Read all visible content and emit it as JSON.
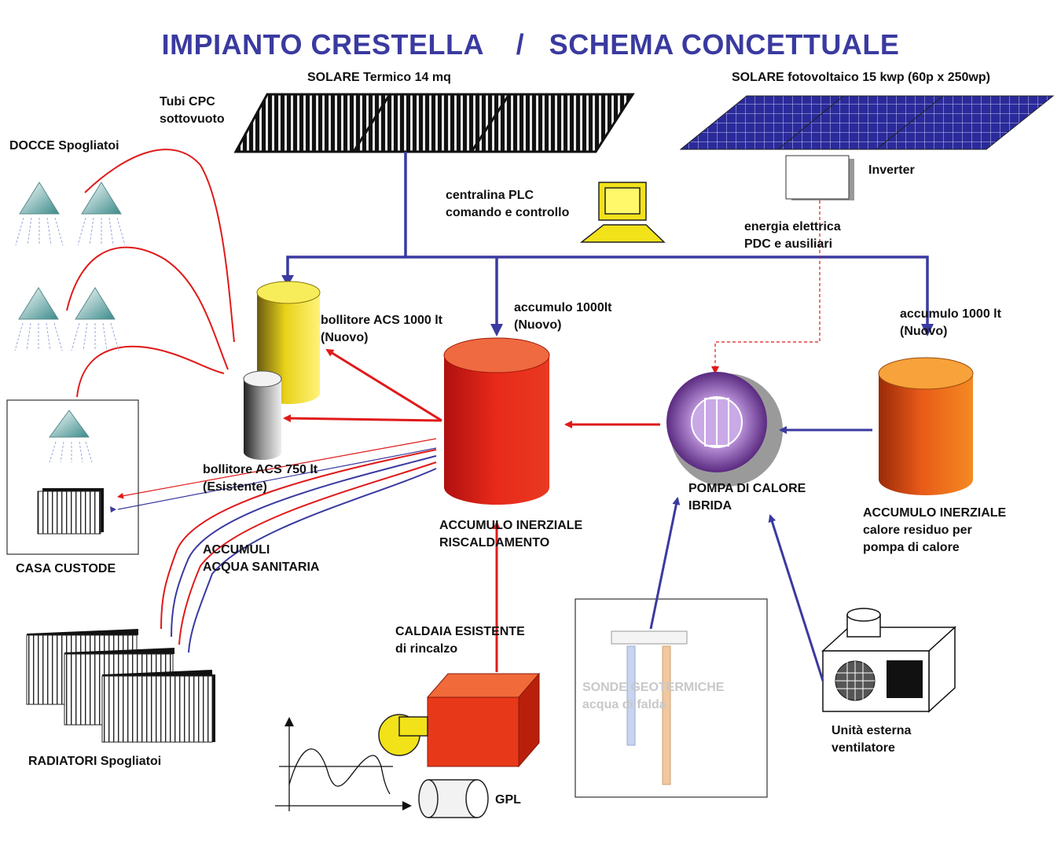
{
  "title": "IMPIANTO CRESTELLA    /   SCHEMA CONCETTUALE",
  "colors": {
    "title": "#3a3aa0",
    "hot_pipe": "#e01a1a",
    "cold_pipe": "#3a3aa0",
    "electric_dashed": "#e01a1a",
    "tank_heating": "#e02a1a",
    "tank_residual": "#f07a20",
    "boiler_acs_1000": "#f2e21a",
    "boiler_acs_750": "#a0a0a0",
    "caldaia": "#e8381a",
    "pv_panel": "#2a2a9a",
    "heat_pump": "#8a4ab0"
  },
  "labels": {
    "solar_thermal": "SOLARE Termico 14 mq",
    "solar_pv": "SOLARE fotovoltaico  15 kwp (60p x 250wp)",
    "tubi_cpc_1": "Tubi CPC",
    "tubi_cpc_2": "sottovuoto",
    "docce": "DOCCE Spogliatoi",
    "inverter": "Inverter",
    "plc_1": "centralina PLC",
    "plc_2": "comando e controllo",
    "energia_1": "energia elettrica",
    "energia_2": "PDC e ausiliari",
    "bollitore1000_1": "bollitore ACS 1000 lt",
    "bollitore1000_2": "(Nuovo)",
    "accumulo1000_1": "accumulo 1000lt",
    "accumulo1000_2": "(Nuovo)",
    "accumulo1000b_1": "accumulo 1000 lt",
    "accumulo1000b_2": "(Nuovo)",
    "bollitore750_1": "bollitore ACS 750 lt",
    "bollitore750_2": "(Esistente)",
    "pompa_1": "POMPA DI CALORE",
    "pompa_2": "IBRIDA",
    "accumulo_risc_1": "ACCUMULO INERZIALE",
    "accumulo_risc_2": "RISCALDAMENTO",
    "accumulo_res_1": "ACCUMULO INERZIALE",
    "accumulo_res_2": "calore residuo per",
    "accumulo_res_3": "pompa di calore",
    "casa_custode": "CASA CUSTODE",
    "accumuli_1": "ACCUMULI",
    "accumuli_2": "ACQUA SANITARIA",
    "caldaia_1": "CALDAIA ESISTENTE",
    "caldaia_2": "di rincalzo",
    "sonde_1": "SONDE GEOTERMICHE",
    "sonde_2": "acqua di falda",
    "radiatori": "RADIATORI Spogliatoi",
    "gpl": "GPL",
    "unita_1": "Unità esterna",
    "unita_2": "ventilatore"
  }
}
